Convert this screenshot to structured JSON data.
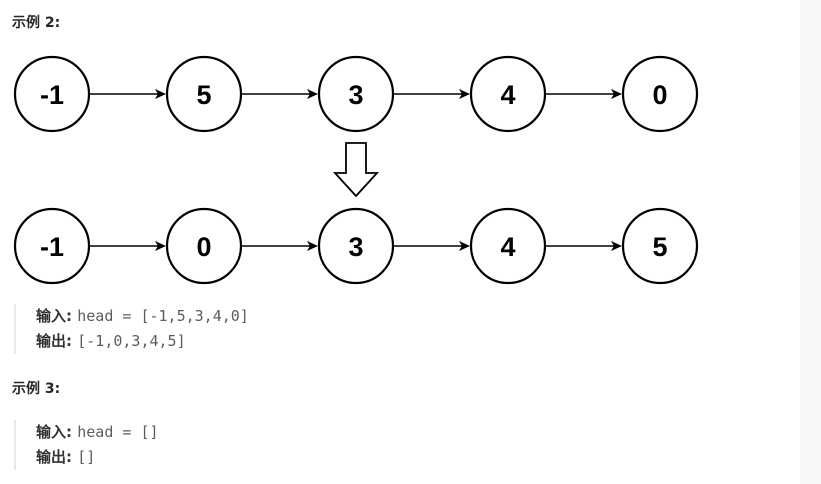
{
  "example2": {
    "title": "示例 2:",
    "list_before": [
      "-1",
      "5",
      "3",
      "4",
      "0"
    ],
    "list_after": [
      "-1",
      "0",
      "3",
      "4",
      "5"
    ],
    "input_label": "输入",
    "input_value": "head = [-1,5,3,4,0]",
    "output_label": "输出",
    "output_value": "[-1,0,3,4,5]"
  },
  "example3": {
    "title": "示例 3:",
    "input_label": "输入",
    "input_value": "head = []",
    "output_label": "输出",
    "output_value": "[]"
  },
  "colors": {
    "text": "#262626",
    "code": "#5c5c5c",
    "border": "#e8e8e8",
    "strip": "#f7f8fa"
  }
}
